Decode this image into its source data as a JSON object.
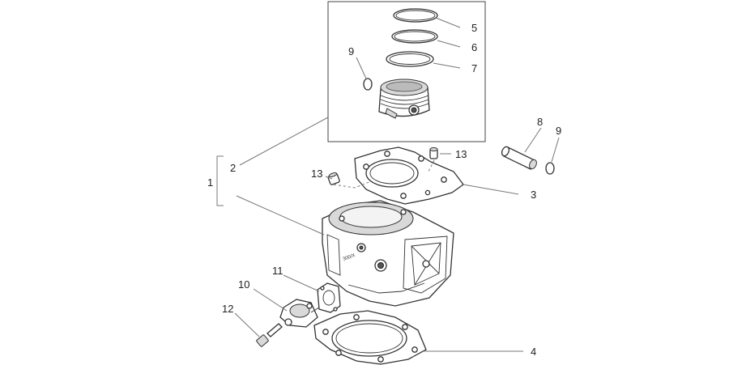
{
  "labels": {
    "l1": "1",
    "l2": "2",
    "l3": "3",
    "l4": "4",
    "l5": "5",
    "l6": "6",
    "l7": "7",
    "l8": "8",
    "l9a": "9",
    "l9b": "9",
    "l10": "10",
    "l11": "11",
    "l12": "12",
    "l13a": "13",
    "l13b": "13"
  },
  "cylinder_marking": "300/X"
}
